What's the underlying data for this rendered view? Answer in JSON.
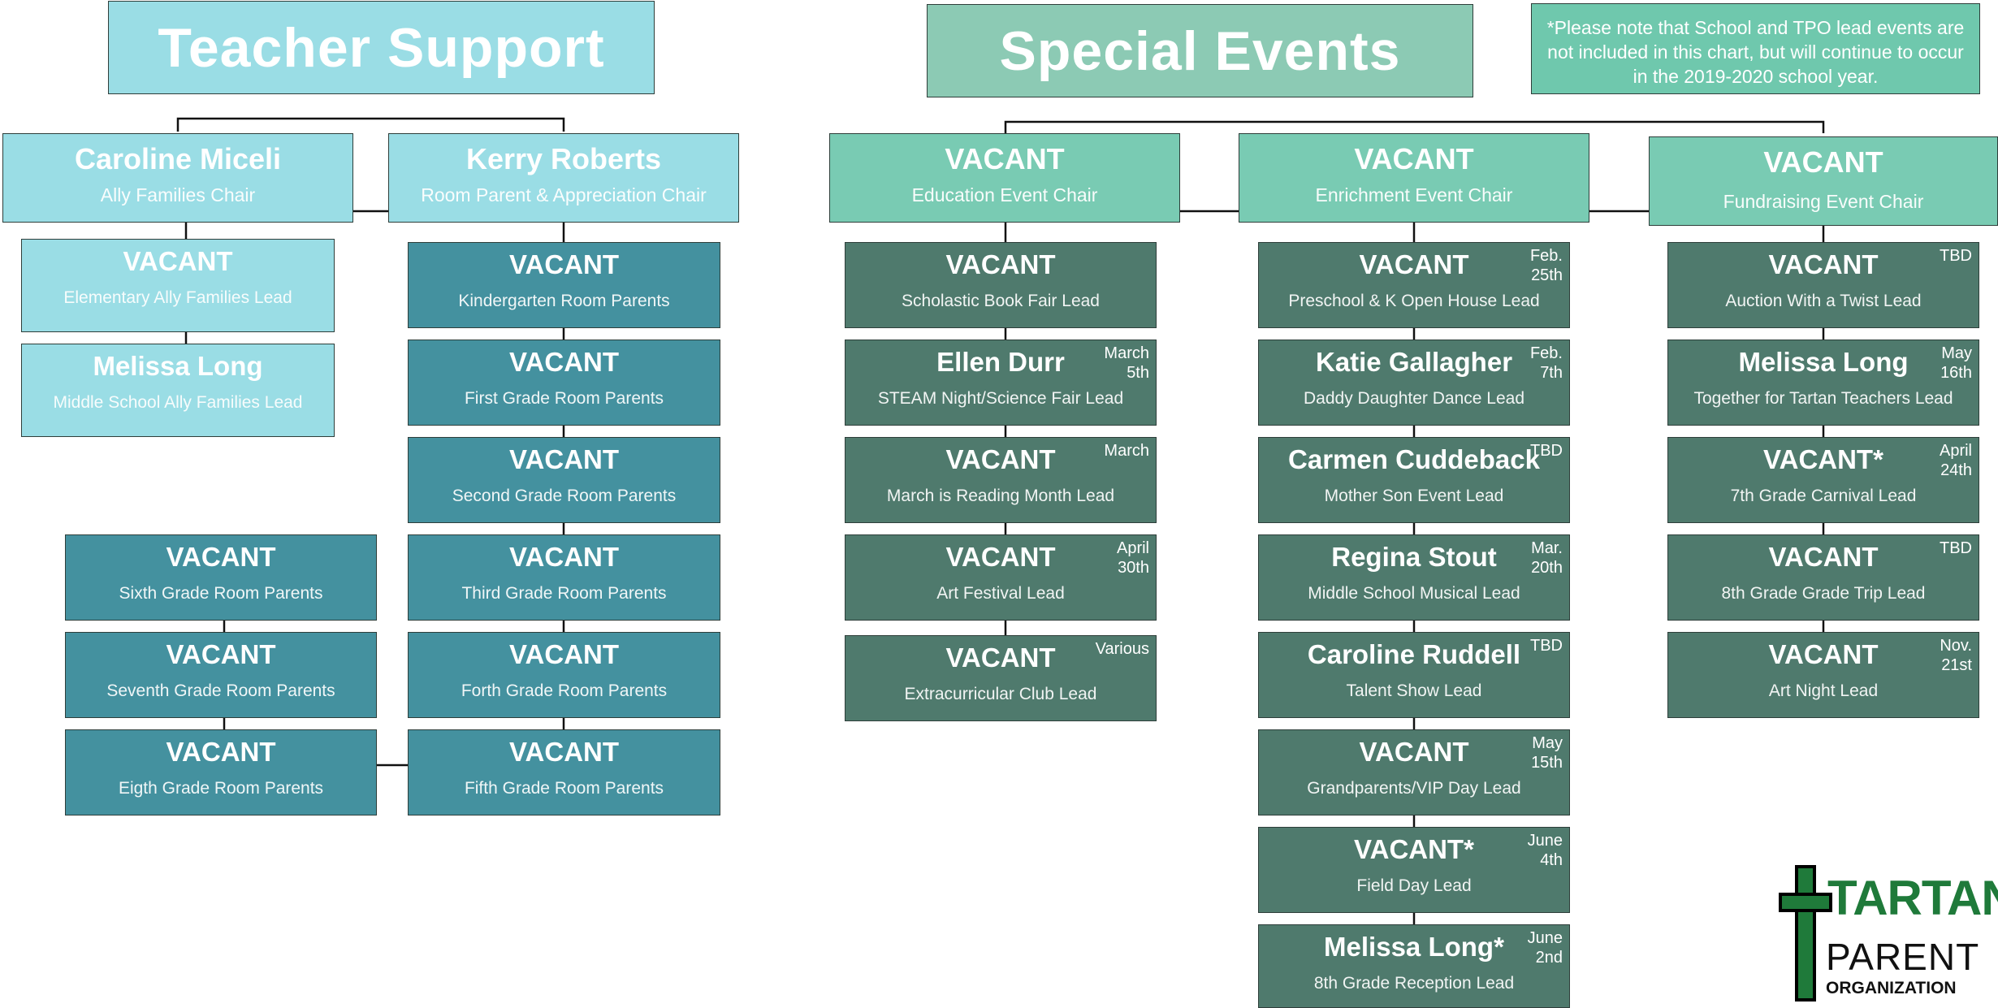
{
  "teacher_support": {
    "title": "Teacher Support",
    "chairs": [
      {
        "name": "Caroline Miceli",
        "role": "Ally Families Chair"
      },
      {
        "name": "Kerry Roberts",
        "role": "Room Parent & Appreciation Chair"
      }
    ],
    "ally_leads": [
      {
        "name": "VACANT",
        "role": "Elementary Ally Families Lead"
      },
      {
        "name": "Melissa Long",
        "role": "Middle School Ally Families Lead"
      }
    ],
    "room_parents_middle": [
      {
        "name": "VACANT",
        "role": "Sixth Grade Room Parents"
      },
      {
        "name": "VACANT",
        "role": "Seventh Grade Room Parents"
      },
      {
        "name": "VACANT",
        "role": "Eigth Grade Room Parents"
      }
    ],
    "room_parents_elem": [
      {
        "name": "VACANT",
        "role": "Kindergarten Room Parents"
      },
      {
        "name": "VACANT",
        "role": "First Grade Room Parents"
      },
      {
        "name": "VACANT",
        "role": "Second Grade Room Parents"
      },
      {
        "name": "VACANT",
        "role": "Third Grade Room Parents"
      },
      {
        "name": "VACANT",
        "role": "Forth Grade Room Parents"
      },
      {
        "name": "VACANT",
        "role": "Fifth Grade Room Parents"
      }
    ]
  },
  "special_events": {
    "title": "Special Events",
    "note": "*Please note that School and TPO lead events are not included in this chart, but will continue to occur in the 2019-2020 school year.",
    "chairs": [
      {
        "name": "VACANT",
        "role": "Education Event Chair"
      },
      {
        "name": "VACANT",
        "role": "Enrichment Event Chair"
      },
      {
        "name": "VACANT",
        "role": "Fundraising Event Chair"
      }
    ],
    "education": [
      {
        "name": "VACANT",
        "role": "Scholastic Book Fair Lead",
        "date": ""
      },
      {
        "name": "Ellen Durr",
        "role": "STEAM Night/Science Fair Lead",
        "date": "March\n5th"
      },
      {
        "name": "VACANT",
        "role": "March is Reading Month Lead",
        "date": "March"
      },
      {
        "name": "VACANT",
        "role": "Art Festival Lead",
        "date": "April\n30th"
      },
      {
        "name": "VACANT",
        "role": "Extracurricular Club Lead",
        "date": "Various"
      }
    ],
    "enrichment": [
      {
        "name": "VACANT",
        "role": "Preschool & K Open House Lead",
        "date": "Feb.\n25th"
      },
      {
        "name": "Katie Gallagher",
        "role": "Daddy Daughter Dance Lead",
        "date": "Feb.\n7th"
      },
      {
        "name": "Carmen Cuddeback",
        "role": "Mother Son Event Lead",
        "date": "TBD"
      },
      {
        "name": "Regina Stout",
        "role": "Middle School Musical Lead",
        "date": "Mar.\n20th"
      },
      {
        "name": "Caroline Ruddell",
        "role": "Talent Show Lead",
        "date": "TBD"
      },
      {
        "name": "VACANT",
        "role": "Grandparents/VIP Day Lead",
        "date": "May\n15th"
      },
      {
        "name": "VACANT*",
        "role": "Field Day Lead",
        "date": "June\n4th"
      },
      {
        "name": "Melissa Long*",
        "role": "8th Grade Reception Lead",
        "date": "June\n2nd"
      }
    ],
    "fundraising": [
      {
        "name": "VACANT",
        "role": "Auction With a Twist Lead",
        "date": "TBD"
      },
      {
        "name": "Melissa Long",
        "role": "Together for Tartan Teachers Lead",
        "date": "May\n16th"
      },
      {
        "name": "VACANT*",
        "role": "7th Grade Carnival Lead",
        "date": "April\n24th"
      },
      {
        "name": "VACANT",
        "role": "8th Grade Grade Trip Lead",
        "date": "TBD"
      },
      {
        "name": "VACANT",
        "role": "Art Night Lead",
        "date": "Nov.\n21st"
      }
    ]
  },
  "logo": {
    "line1": "TARTAN",
    "line2": "PARENT",
    "line3": "ORGANIZATION"
  }
}
